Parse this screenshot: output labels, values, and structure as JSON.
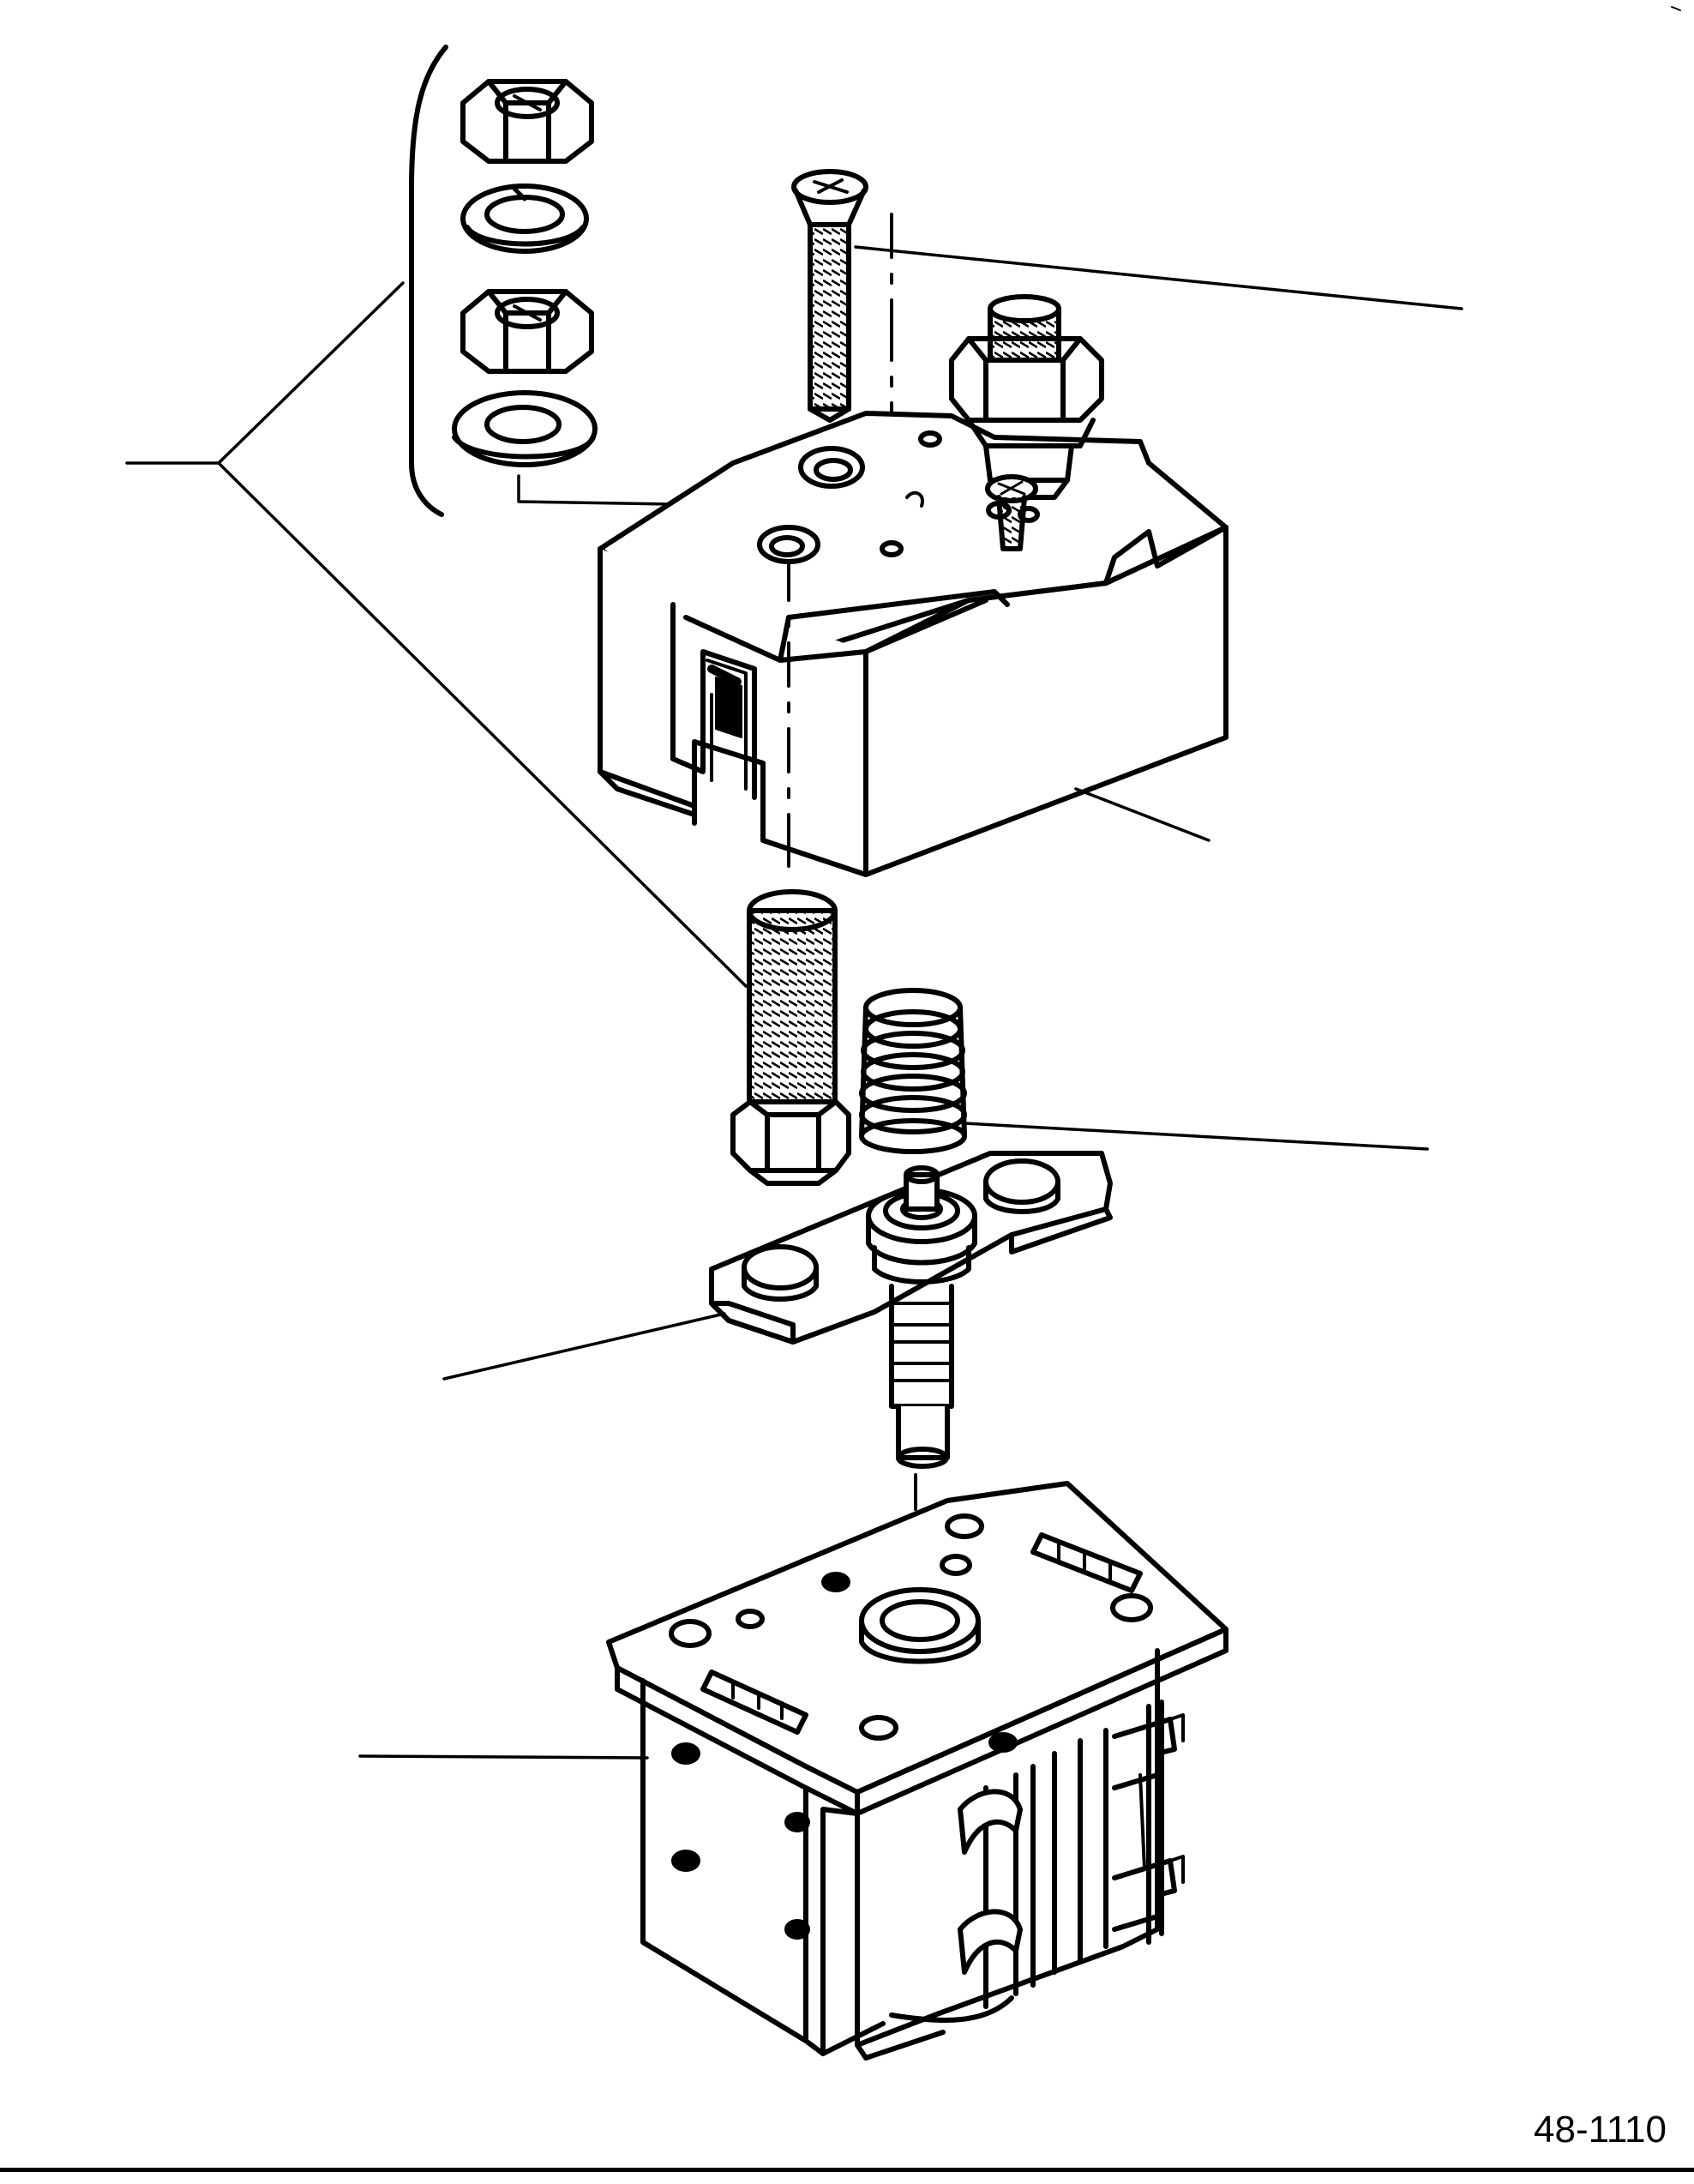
{
  "figure": {
    "number": "48-1110"
  },
  "parts": [
    {
      "id": "hardware-stack",
      "icon": "nut-washer-stack-icon"
    },
    {
      "id": "cover-screw",
      "icon": "screw-icon"
    },
    {
      "id": "cover",
      "icon": "cover-housing-icon"
    },
    {
      "id": "terminal-stud",
      "icon": "bolt-icon"
    },
    {
      "id": "spring",
      "icon": "spring-icon"
    },
    {
      "id": "contact-disc-plunger",
      "icon": "contact-plunger-icon"
    },
    {
      "id": "solenoid-base",
      "icon": "solenoid-body-icon"
    }
  ],
  "colors": {
    "ink": "#000000",
    "paper": "#ffffff",
    "shade": "#d9d9d9"
  }
}
